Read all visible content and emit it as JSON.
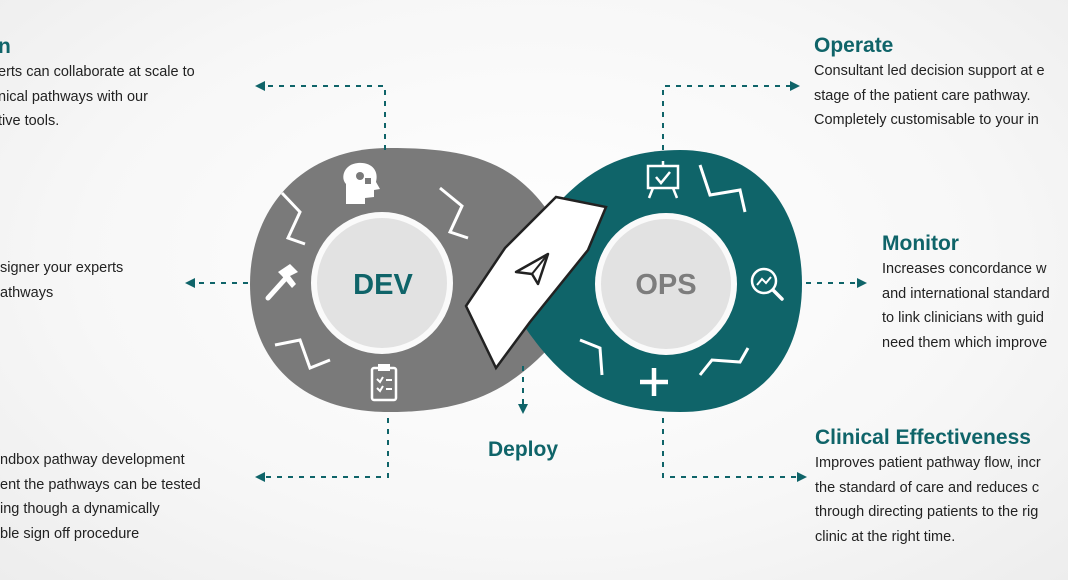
{
  "colors": {
    "dev_loop": "#7a7a7a",
    "ops_loop": "#0f6469",
    "title": "#0f6469",
    "dev_label": "#0f6469",
    "ops_label": "#7d7d7d"
  },
  "center": {
    "dev_label": "DEV",
    "ops_label": "OPS",
    "deploy_label": "Deploy"
  },
  "icons": {
    "dev_top": "brain-puzzle-icon",
    "dev_left": "hammer-icon",
    "dev_bottom": "clipboard-checklist-icon",
    "deploy": "paper-plane-icon",
    "ops_top": "presentation-board-icon",
    "ops_right": "magnifier-chart-icon",
    "ops_bottom": "plus-icon"
  },
  "left": {
    "top": {
      "title": "n",
      "lines": [
        "erts can collaborate at scale to",
        "nical pathways with our",
        "tive tools."
      ]
    },
    "middle": {
      "lines": [
        "signer your experts",
        "athways"
      ]
    },
    "bottom": {
      "lines": [
        "ndbox pathway development",
        "ent the pathways can be tested",
        "ing though a dynamically",
        "ble sign off procedure"
      ]
    }
  },
  "right": {
    "operate": {
      "title": "Operate",
      "lines": [
        "Consultant led decision support at e",
        "stage of the patient care pathway.",
        "Completely customisable to your in"
      ]
    },
    "monitor": {
      "title": "Monitor",
      "lines": [
        "Increases concordance w",
        "and international standard",
        "to link clinicians with guid",
        "need them which improve"
      ]
    },
    "clinical": {
      "title": "Clinical Effectiveness",
      "lines": [
        "Improves patient pathway flow, incr",
        "the standard of care and reduces c",
        "through directing patients to the rig",
        "clinic at the right time."
      ]
    }
  }
}
